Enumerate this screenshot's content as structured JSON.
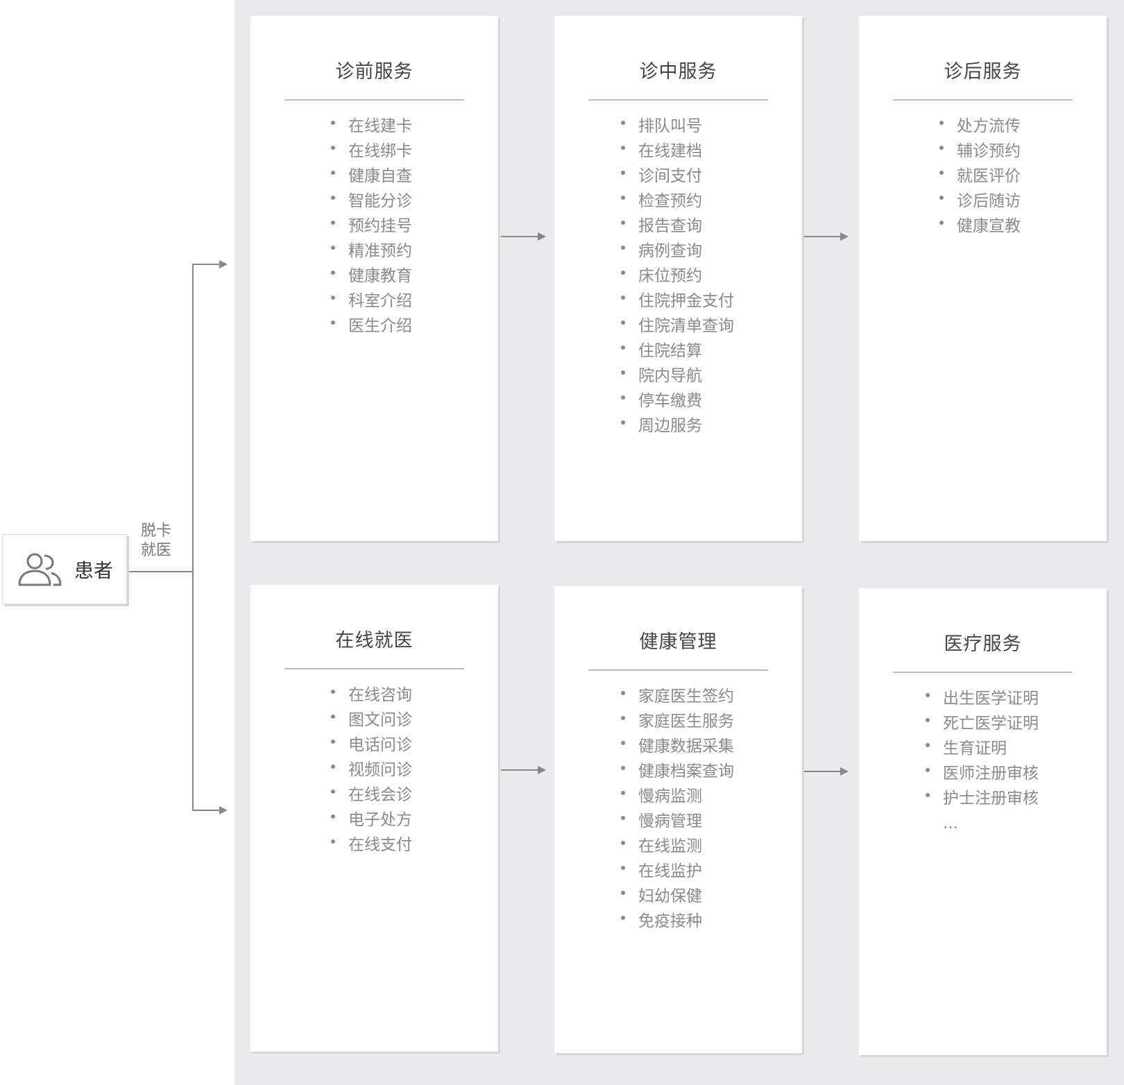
{
  "patient": {
    "label": "患者",
    "icon": "users-icon"
  },
  "channel_label": {
    "line1": "脱卡",
    "line2": "就医"
  },
  "cards": [
    {
      "title": "诊前服务",
      "items": [
        "在线建卡",
        "在线绑卡",
        "健康自查",
        "智能分诊",
        "预约挂号",
        "精准预约",
        "健康教育",
        "科室介绍",
        "医生介绍"
      ]
    },
    {
      "title": "诊中服务",
      "items": [
        "排队叫号",
        "在线建档",
        "诊间支付",
        "检查预约",
        "报告查询",
        "病例查询",
        "床位预约",
        "住院押金支付",
        "住院清单查询",
        "住院结算",
        "院内导航",
        "停车缴费",
        "周边服务"
      ]
    },
    {
      "title": "诊后服务",
      "items": [
        "处方流传",
        "辅诊预约",
        "就医评价",
        "诊后随访",
        "健康宣教"
      ]
    },
    {
      "title": "在线就医",
      "items": [
        "在线咨询",
        "图文问诊",
        "电话问诊",
        "视频问诊",
        "在线会诊",
        "电子处方",
        "在线支付"
      ]
    },
    {
      "title": "健康管理",
      "items": [
        "家庭医生签约",
        "家庭医生服务",
        "健康数据采集",
        "健康档案查询",
        "慢病监测",
        "慢病管理",
        "在线监测",
        "在线监护",
        "妇幼保健",
        "免疫接种"
      ]
    },
    {
      "title": "医疗服务",
      "items": [
        "出生医学证明",
        "死亡医学证明",
        "生育证明",
        "医师注册审核",
        "护士注册审核"
      ],
      "more": "..."
    }
  ],
  "colors": {
    "panel_background": "#e9eaec",
    "card_background": "#ffffff",
    "line": "#888888",
    "item_text": "#8a8a8a",
    "title_text": "#444444"
  }
}
